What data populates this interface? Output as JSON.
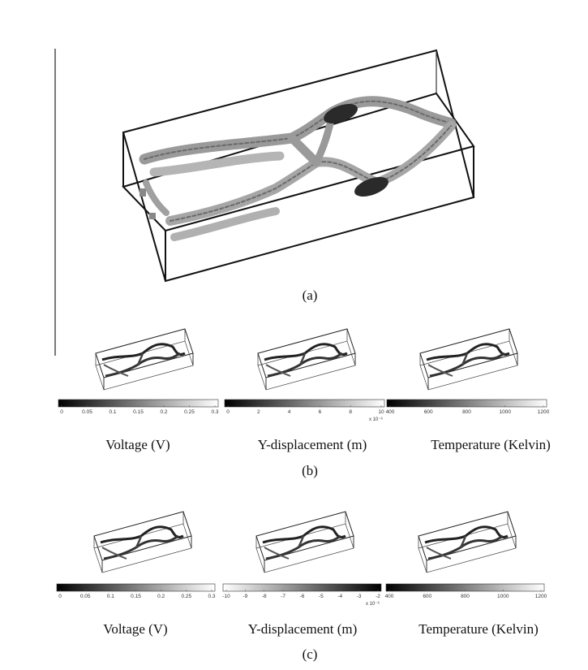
{
  "figure": {
    "panel_a": {
      "label": "(a)"
    },
    "panel_b": {
      "label": "(b)",
      "plots": [
        {
          "colorbar_label": "Voltage (V)",
          "ticks": [
            "0",
            "0.05",
            "0.1",
            "0.15",
            "0.2",
            "0.25",
            "0.3"
          ],
          "gradient": "dark-to-light"
        },
        {
          "colorbar_label": "Y-displacement (m)",
          "ticks": [
            "0",
            "2",
            "4",
            "6",
            "8",
            "10"
          ],
          "multiplier": "x 10⁻⁶",
          "gradient": "dark-to-light"
        },
        {
          "colorbar_label": "Temperature (Kelvin)",
          "ticks": [
            "400",
            "600",
            "800",
            "1000",
            "1200"
          ],
          "gradient": "dark-to-light"
        }
      ]
    },
    "panel_c": {
      "label": "(c)",
      "plots": [
        {
          "colorbar_label": "Voltage (V)",
          "ticks": [
            "0",
            "0.05",
            "0.1",
            "0.15",
            "0.2",
            "0.25",
            "0.3"
          ],
          "gradient": "dark-to-light"
        },
        {
          "colorbar_label": "Y-displacement (m)",
          "ticks": [
            "-10",
            "-9",
            "-8",
            "-7",
            "-6",
            "-5",
            "-4",
            "-3",
            "-2"
          ],
          "multiplier": "x 10⁻⁶",
          "gradient": "light-to-dark"
        },
        {
          "colorbar_label": "Temperature (Kelvin)",
          "ticks": [
            "400",
            "600",
            "800",
            "1000",
            "1200"
          ],
          "gradient": "dark-to-light"
        }
      ]
    }
  }
}
